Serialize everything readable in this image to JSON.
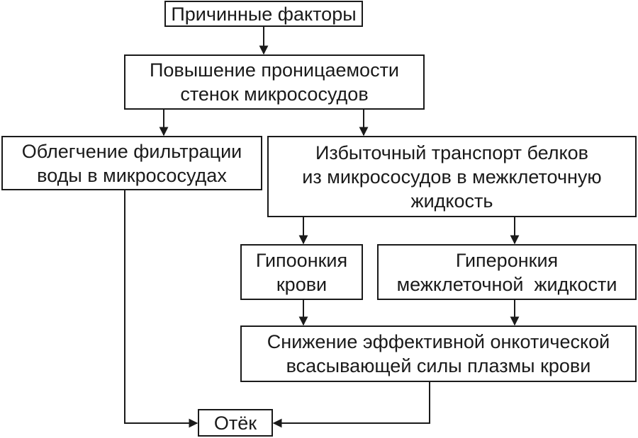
{
  "diagram": {
    "causes": {
      "lines": [
        "Причинные факторы"
      ]
    },
    "permeability": {
      "lines": [
        "Повышение проницаемости",
        "стенок микрососудов"
      ]
    },
    "filtration": {
      "lines": [
        "Облегчение фильтрации",
        "воды в микрососудах"
      ]
    },
    "protein_transport": {
      "lines": [
        "Избыточный транспорт белков",
        "из микрососудов в межклеточную",
        "жидкость"
      ]
    },
    "hypooncia": {
      "lines": [
        "Гипоонкия",
        "крови"
      ]
    },
    "hyperoncia": {
      "lines": [
        "Гиперонкия",
        "межклеточной  жидкости"
      ]
    },
    "oncotic_force": {
      "lines": [
        "Снижение эффективной онкотической",
        "всасывающей силы плазмы крови"
      ]
    },
    "edema": {
      "lines": [
        "Отёк"
      ]
    }
  },
  "style": {
    "line_color": "#1a1a1a",
    "box_fill": "#ffffff"
  }
}
